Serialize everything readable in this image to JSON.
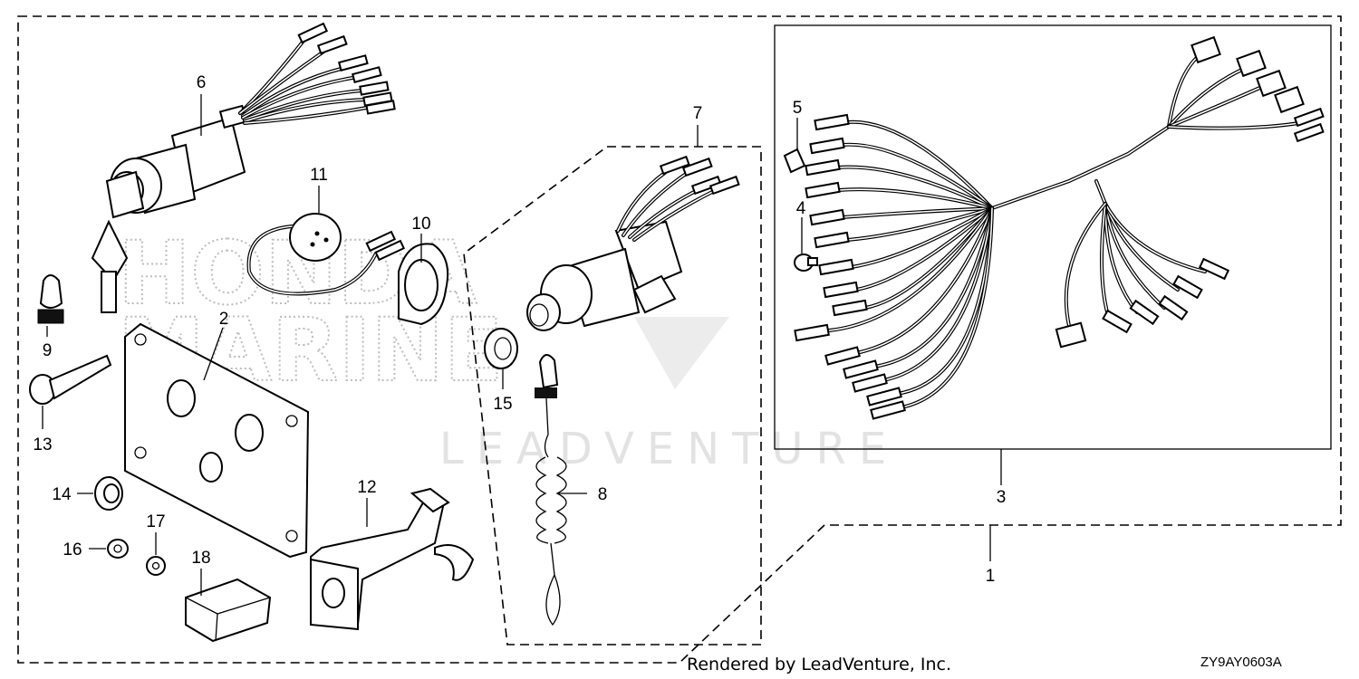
{
  "watermark": {
    "brand_line1": "HONDA",
    "brand_line2": "MARINE",
    "sub": "LEADVENTURE"
  },
  "footer": {
    "rendered_by": "Rendered by LeadVenture, Inc.",
    "diagram_code": "ZY9AY0603A"
  },
  "callouts": {
    "c1": "1",
    "c2": "2",
    "c3": "3",
    "c4": "4",
    "c5": "5",
    "c6": "6",
    "c7": "7",
    "c8": "8",
    "c9": "9",
    "c10": "10",
    "c11": "11",
    "c12": "12",
    "c13": "13",
    "c14": "14",
    "c15": "15",
    "c16": "16",
    "c17": "17",
    "c18": "18"
  }
}
